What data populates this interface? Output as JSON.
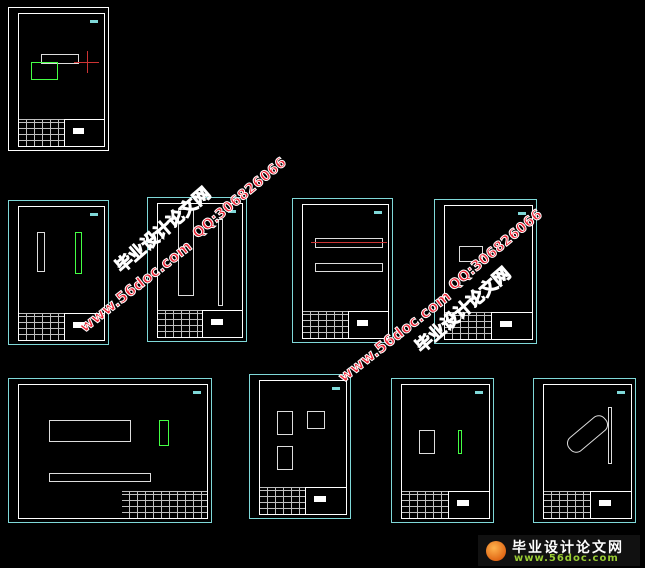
{
  "watermarks": {
    "site_name": "毕业设计论文网",
    "url": "www.56doc.com",
    "qq": "QQ:306826066"
  },
  "logo": {
    "title": "毕业设计论文网",
    "url": "www.56doc.com"
  },
  "colors": {
    "background": "#000000",
    "sheet_border": "#7fd8d8",
    "frame": "#ffffff",
    "part": "#44ff44",
    "centerline": "#cc3333",
    "watermark": "#ee2233"
  }
}
